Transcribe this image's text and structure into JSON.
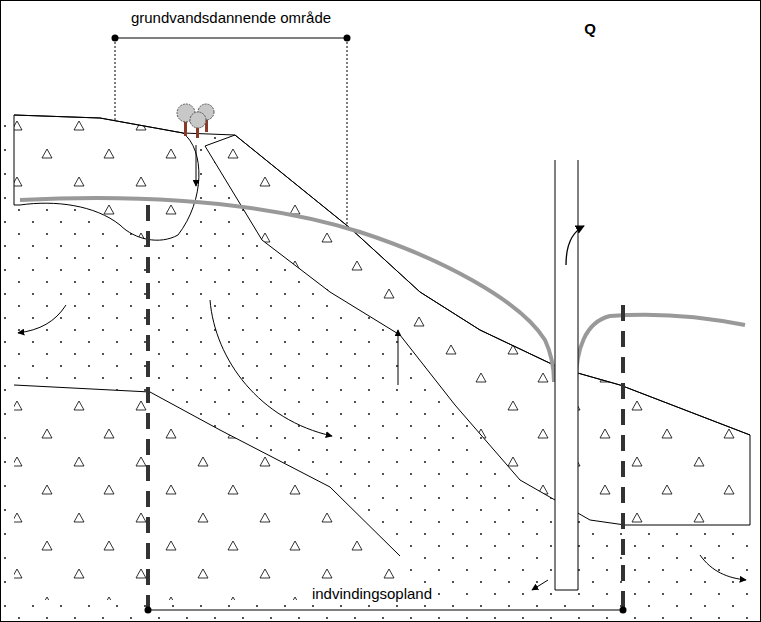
{
  "diagram": {
    "labels": [
      "grundvandsdannende område",
      "Q",
      "indvindingsopland"
    ]
  }
}
